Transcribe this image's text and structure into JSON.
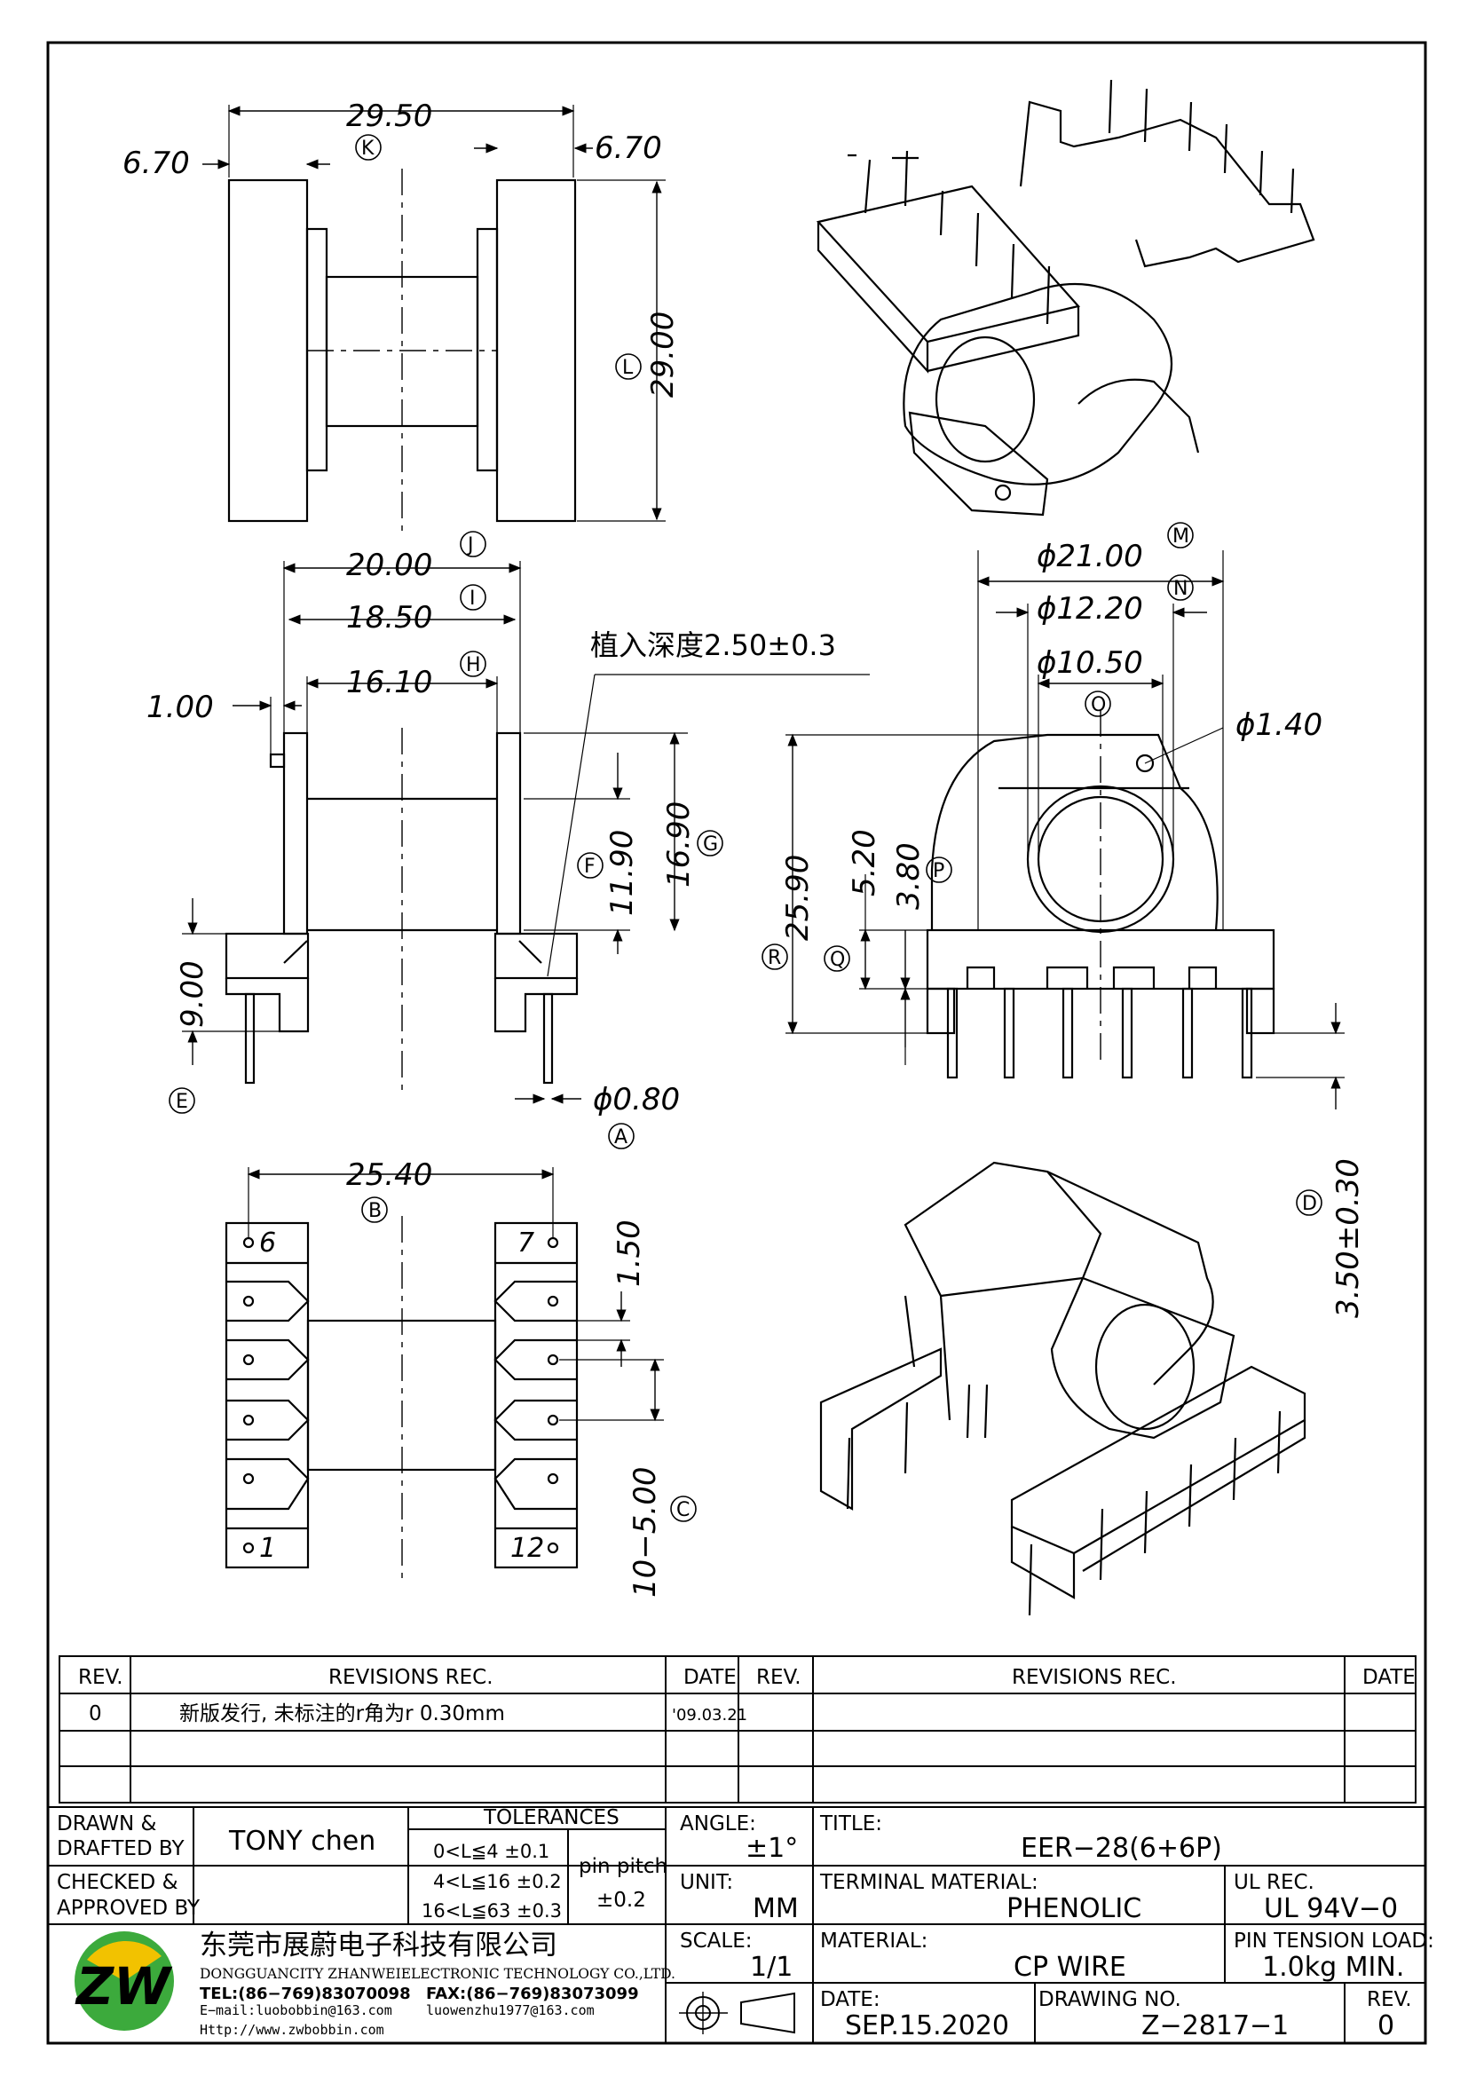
{
  "drawing": {
    "top_view": {
      "overall_width": "29.50",
      "flange_left": "6.70",
      "flange_right": "6.70",
      "height": "29.00",
      "tag_width": "K",
      "tag_height": "L"
    },
    "side_view": {
      "d_20": "20.00",
      "tag_20": "J",
      "d_18": "18.50",
      "tag_18": "I",
      "d_16": "16.10",
      "tag_16": "H",
      "d_1": "1.00",
      "d_1190": "11.90",
      "tag_1190": "F",
      "d_1690": "16.90",
      "tag_1690": "G",
      "d_9": "9.00",
      "tag_9": "E",
      "pin_dia": "ϕ0.80",
      "tag_pin": "A",
      "note": "植入深度2.50±0.3"
    },
    "front_view": {
      "d21": "ϕ21.00",
      "tag_d21": "M",
      "d1220": "ϕ12.20",
      "tag_d1220": "N",
      "d1050": "ϕ10.50",
      "tag_d1050": "O",
      "d140": "ϕ1.40",
      "h2590": "25.90",
      "tag_h2590": "R",
      "h520": "5.20",
      "tag_h520": "Q",
      "h380": "3.80",
      "tag_h380": "P",
      "pin_len": "3.50±0.30",
      "tag_pin_len": "D"
    },
    "bottom_view": {
      "span": "25.40",
      "tag_span": "B",
      "d150": "1.50",
      "pitch": "10−5.00",
      "tag_pitch": "C",
      "pin_6": "6",
      "pin_7": "7",
      "pin_1": "1",
      "pin_12": "12"
    }
  },
  "revisions": {
    "headers": {
      "rev": "REV.",
      "rec": "REVISIONS   REC.",
      "date": "DATE"
    },
    "rows": [
      {
        "rev": "0",
        "rec": "新版发行, 未标注的r角为r 0.30mm",
        "date": "'09.03.21"
      }
    ]
  },
  "title_block": {
    "drawn_label_1": "DRAWN &",
    "drawn_label_2": "DRAFTED BY",
    "drawn_value": "TONY  chen",
    "checked_label_1": "CHECKED &",
    "checked_label_2": "APPROVED BY",
    "tolerances_label": "TOLERANCES",
    "tol_1": "0<L≦4    ±0.1",
    "tol_2": "4<L≦16  ±0.2",
    "tol_3": "16<L≦63  ±0.3",
    "pin_pitch_label": "pin pitch",
    "pin_pitch_value": "±0.2",
    "angle_label": "ANGLE:",
    "angle_value": "±1°",
    "unit_label": "UNIT:",
    "unit_value": "MM",
    "scale_label": "SCALE:",
    "scale_value": "1/1",
    "title_label": "TITLE:",
    "title_value": "EER−28(6+6P)",
    "terminal_label": "TERMINAL  MATERIAL:",
    "terminal_value": "PHENOLIC",
    "ul_label": "UL REC.",
    "ul_value": "UL  94V−0",
    "material_label": "MATERIAL:",
    "material_value": "CP  WIRE",
    "pin_tension_label": "PIN TENSION  LOAD:",
    "pin_tension_value": "1.0kg  MIN.",
    "date_label": "DATE:",
    "date_value": "SEP.15.2020",
    "drawing_no_label": "DRAWING  NO.",
    "drawing_no_value": "Z−2817−1",
    "rev_label": "REV.",
    "rev_value": "0",
    "company_cn": "东莞市展蔚电子科技有限公司",
    "company_en": "DONGGUANCITY  ZHANWEIELECTRONIC  TECHNOLOGY  CO.,LTD.",
    "tel": "TEL:(86−769)83070098",
    "fax": "FAX:(86−769)83073099",
    "email_1": "E−mail:luobobbin@163.com",
    "email_2": "luowenzhu1977@163.com",
    "web": "Http://www.zwbobbin.com",
    "logo_colors": [
      "#f2c200",
      "#3caa3c"
    ]
  }
}
